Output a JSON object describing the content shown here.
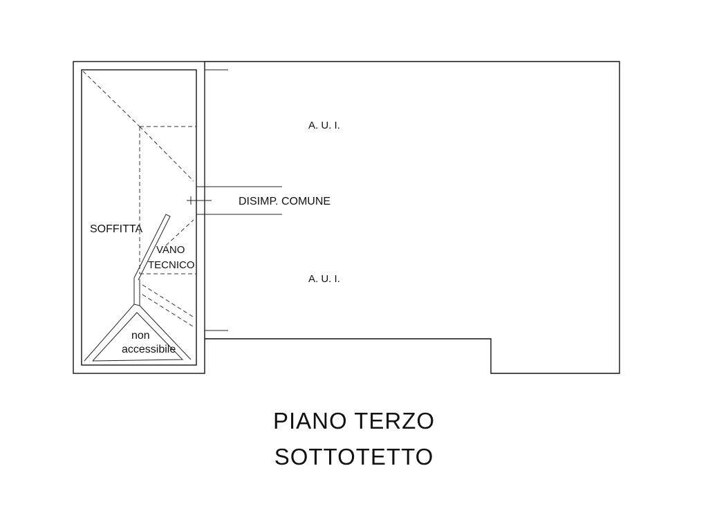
{
  "labels": {
    "aui_top": "A. U. I.",
    "aui_bottom": "A. U. I.",
    "disimp_comune": "DISIMP. COMUNE",
    "soffitta": "SOFFITTA",
    "vano_line1": "VANO",
    "vano_line2": "TECNICO",
    "non_line1": "non",
    "non_line2": "accessibile"
  },
  "title": {
    "line1": "PIANO  TERZO",
    "line2": "SOTTOTETTO"
  }
}
